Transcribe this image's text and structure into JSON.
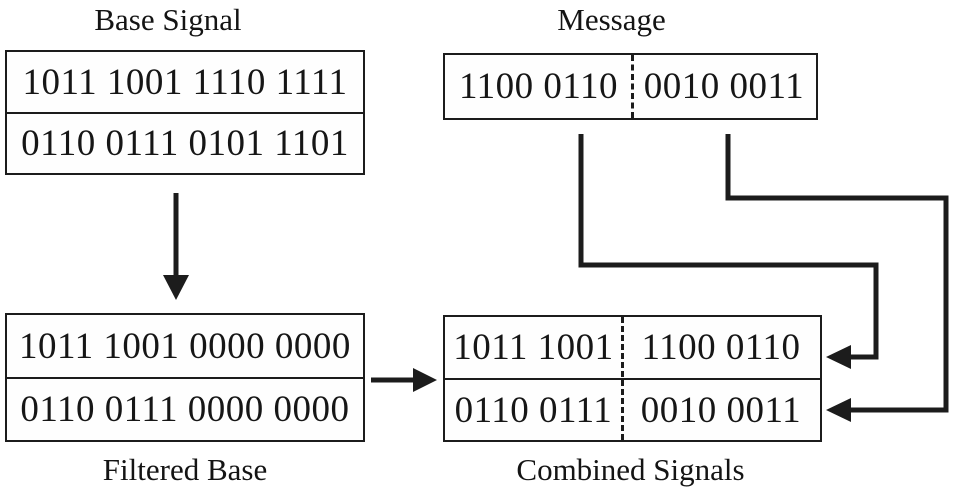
{
  "diagram": {
    "colors": {
      "ink": "#1c1c1c",
      "background": "#ffffff"
    },
    "base_signal": {
      "title": "Base Signal",
      "row1": "1011 1001 1110 1111",
      "row2": "0110 0111 0101 1101"
    },
    "message": {
      "title": "Message",
      "left": "1100 0110",
      "right": "0010 0011"
    },
    "filtered_base": {
      "title": "Filtered Base",
      "row1": "1011 1001 0000 0000",
      "row2": "0110 0111 0000 0000"
    },
    "combined_signals": {
      "title": "Combined Signals",
      "row1_left": "1011 1001",
      "row1_right": "1100 0110",
      "row2_left": "0110 0111",
      "row2_right": "0010 0011"
    }
  }
}
